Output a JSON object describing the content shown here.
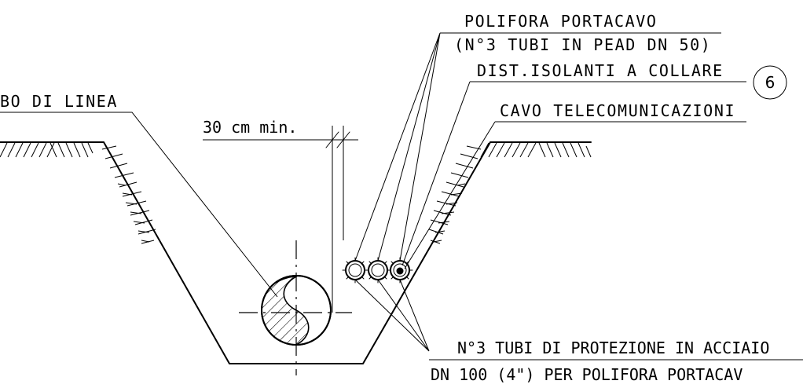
{
  "labels": {
    "polifora_portacavo": "POLIFORA PORTACAVO",
    "tubi_pead": "(N°3 TUBI IN PEAD DN 50)",
    "dist_isolanti": "DIST.ISOLANTI A COLLARE",
    "cavo_telecom": "CAVO TELECOMUNICAZIONI",
    "tubo_linea": "BO DI LINEA",
    "distance": "30 cm min.",
    "tubi_protezione": "N°3 TUBI DI PROTEZIONE IN ACCIAIO",
    "dn_100": "DN 100 (4\") PER POLIFORA PORTACAV"
  },
  "callout": {
    "number": "6"
  }
}
